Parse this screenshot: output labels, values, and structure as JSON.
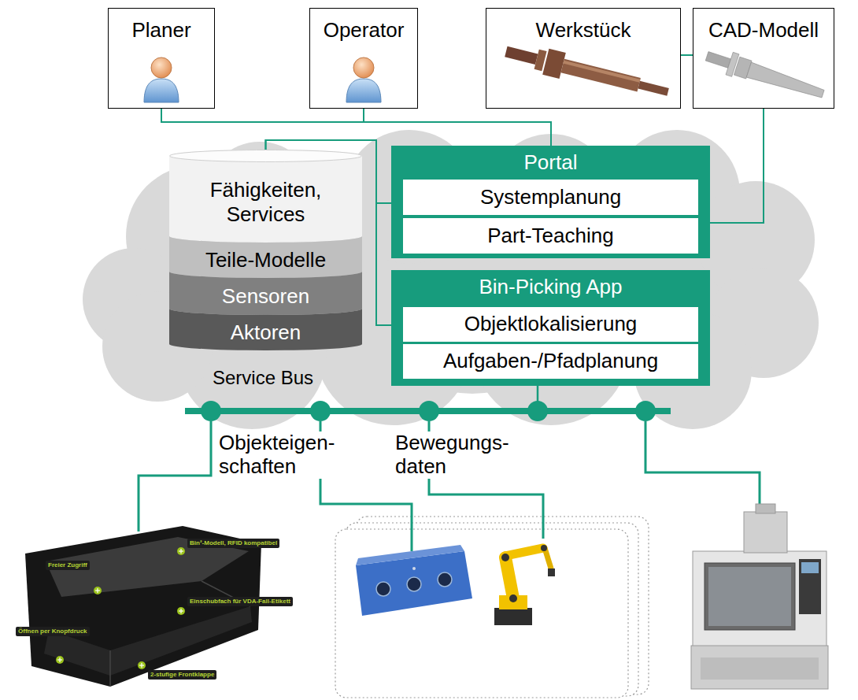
{
  "diagram": {
    "nodes": [
      {
        "text": [
          "Planer"
        ]
      },
      {
        "text": [
          "Operator"
        ]
      },
      {
        "text": [
          "Werkstück"
        ]
      },
      {
        "text": [
          "CAD-Modell"
        ]
      },
      {
        "text": [
          "Fähigkeiten, Services"
        ]
      },
      {
        "text": [
          "Teile-Modelle"
        ]
      },
      {
        "text": [
          "Sensoren"
        ]
      },
      {
        "text": [
          "Aktoren"
        ]
      },
      {
        "text": [
          "Portal"
        ]
      },
      {
        "text": [
          "Systemplanung"
        ],
        "in": 8
      },
      {
        "text": [
          "Part-Teaching"
        ],
        "in": 8
      },
      {
        "text": [
          "Bin-Picking App"
        ]
      },
      {
        "text": [
          "Objektlokalisierung"
        ],
        "in": 11
      },
      {
        "text": [
          "Aufgaben-/Pfadplanung"
        ],
        "in": 11
      }
    ],
    "edges": [
      {
        "from": 0,
        "to": 8,
        "arrow": "none"
      },
      {
        "from": 1,
        "to": 8,
        "arrow": "none"
      },
      {
        "from": 2,
        "to": 3,
        "arrow": "none"
      },
      {
        "from": 3,
        "to": 8,
        "arrow": "none"
      },
      {
        "from": 4,
        "to": 8,
        "arrow": "none"
      },
      {
        "from": 4,
        "to": 11,
        "arrow": "none"
      }
    ],
    "labels": [
      "Service Bus",
      "Objekteigen- schaften",
      "Bewegungs- daten",
      "Bin²-Modell, RFID kompatibel",
      "Freier Zugriff",
      "Einschubfach für VDA-Fall-Etikett",
      "Öffnen per Knopfdruck",
      "2-stufige Frontklappe"
    ]
  }
}
